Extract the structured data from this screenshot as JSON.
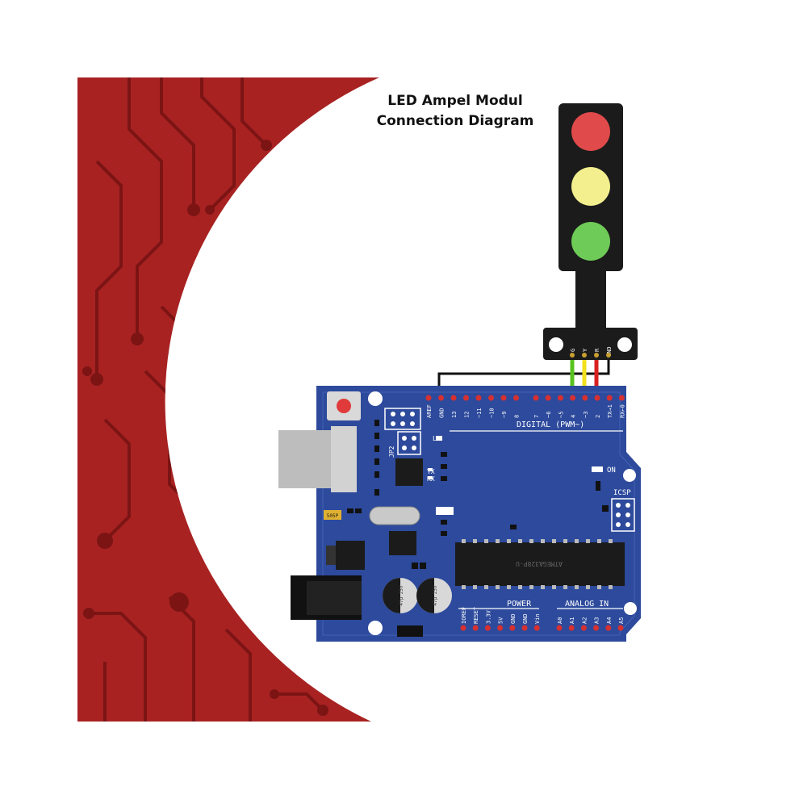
{
  "title": {
    "line1": "LED Ampel Modul",
    "line2": "Connection Diagram"
  },
  "colors": {
    "background_red": "#a82222",
    "trace_red": "#7c1414",
    "board_blue": "#2d4a9c",
    "module_black": "#1b1b1b",
    "led_red": "#e04a4a",
    "led_yellow": "#f3ef8e",
    "led_green": "#6ecb57",
    "wire_green": "#59c21f",
    "wire_yellow": "#f0e11c",
    "wire_red": "#d82020",
    "wire_black": "#111111"
  },
  "module": {
    "pins": [
      "G",
      "Y",
      "R",
      "GND"
    ]
  },
  "board": {
    "digital_header": [
      "AREF",
      "GND",
      "13",
      "12",
      "~11",
      "~10",
      "~9",
      "8",
      "7",
      "~6",
      "~5",
      "4",
      "~3",
      "2",
      "TX→1",
      "RX←0"
    ],
    "digital_label": "DIGITAL (PWM~)",
    "jp2_label": "JP2",
    "l_label": "L",
    "tx_label": "TX",
    "rx_label": "RX",
    "on_label": "ON",
    "icsp_label": "ICSP",
    "chip_text": "ATMEGA328P-U",
    "cap_text": "47μ 25V",
    "crystal_text": "505P",
    "power_label": "POWER",
    "analog_label": "ANALOG IN",
    "power_pins": [
      "IOREF",
      "RESET",
      "3.3V",
      "5V",
      "GND",
      "GND",
      "Vin"
    ],
    "analog_pins": [
      "A0",
      "A1",
      "A2",
      "A3",
      "A4",
      "A5"
    ]
  }
}
